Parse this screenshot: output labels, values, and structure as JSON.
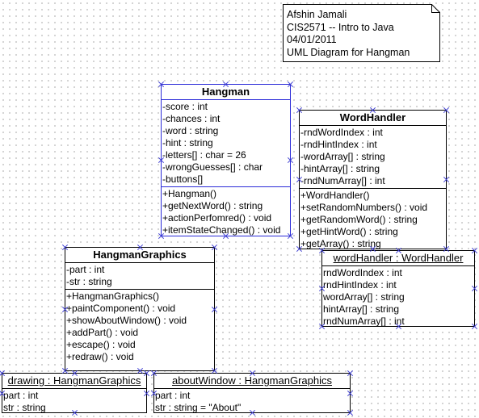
{
  "note": {
    "lines": [
      "Afshin Jamali",
      "CIS2571 -- Intro to Java",
      "04/01/2011",
      "UML Diagram for Hangman"
    ]
  },
  "hangman": {
    "name": "Hangman",
    "attributes": [
      "-score : int",
      "-chances : int",
      "-word : string",
      "-hint : string",
      "-letters[] : char = 26",
      "-wrongGuesses[] : char",
      "-buttons[]"
    ],
    "methods": [
      "+Hangman()",
      "+getNextWord() : string",
      "+actionPerfomred() : void",
      "+itemStateChanged() : void"
    ]
  },
  "word_handler": {
    "name": "WordHandler",
    "attributes": [
      "-rndWordIndex : int",
      "-rndHintIndex : int",
      "-wordArray[] : string",
      "-hintArray[] : string",
      "-rndNumArray[] : int"
    ],
    "methods": [
      "+WordHandler()",
      "+setRandomNumbers() : void",
      "+getRandomWord() : string",
      "+getHintWord() : string",
      "+getArray() : string"
    ]
  },
  "word_handler_obj": {
    "name": "wordHandler : WordHandler",
    "slots": [
      "rndWordIndex : int",
      "rndHintIndex : int",
      "wordArray[] : string",
      "hintArray[] : string",
      "rndNumArray[] : int"
    ]
  },
  "hangman_graphics": {
    "name": "HangmanGraphics",
    "attributes": [
      "-part : int",
      "-str : string"
    ],
    "methods": [
      "+HangmanGraphics()",
      "+paintComponent() : void",
      "+showAboutWindow() : void",
      "+addPart() : void",
      "+escape() : void",
      "+redraw() : void"
    ]
  },
  "drawing_obj": {
    "name": "drawing : HangmanGraphics",
    "slots": [
      "part : int",
      "str : string"
    ]
  },
  "about_obj": {
    "name": "aboutWindow : HangmanGraphics",
    "slots": [
      "part : int",
      "str : string = \"About\""
    ]
  }
}
